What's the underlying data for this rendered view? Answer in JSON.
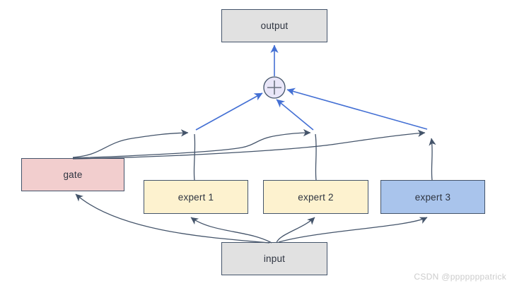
{
  "diagram": {
    "type": "mixture-of-experts-flowchart",
    "nodes": {
      "output": {
        "label": "output",
        "fill": "#e1e1e1"
      },
      "gate": {
        "label": "gate",
        "fill": "#f2cece"
      },
      "expert1": {
        "label": "expert 1",
        "fill": "#fdf2cf"
      },
      "expert2": {
        "label": "expert 2",
        "fill": "#fdf2cf"
      },
      "expert3": {
        "label": "expert 3",
        "fill": "#a9c4ec"
      },
      "input": {
        "label": "input",
        "fill": "#e1e1e1"
      },
      "sum": {
        "symbol": "plus-circle",
        "fill": "#e9e6f8"
      }
    },
    "edges": [
      {
        "from": "input",
        "to": "gate"
      },
      {
        "from": "input",
        "to": "expert 1"
      },
      {
        "from": "input",
        "to": "expert 2"
      },
      {
        "from": "input",
        "to": "expert 3"
      },
      {
        "from": "gate",
        "to": "expert 1 branch"
      },
      {
        "from": "gate",
        "to": "expert 2 branch"
      },
      {
        "from": "gate",
        "to": "expert 3 branch"
      },
      {
        "from": "expert 1",
        "to": "sum"
      },
      {
        "from": "expert 2",
        "to": "sum"
      },
      {
        "from": "expert 3",
        "to": "sum"
      },
      {
        "from": "sum",
        "to": "output"
      }
    ],
    "colors": {
      "edge_dark": "#44546A",
      "edge_blue": "#4470d4",
      "node_border": "#44546A",
      "plus_sign": "#6b7280",
      "text": "#2e3440",
      "watermark_gray": "#cccccc"
    },
    "watermark": "CSDN @pppppppatrick"
  }
}
